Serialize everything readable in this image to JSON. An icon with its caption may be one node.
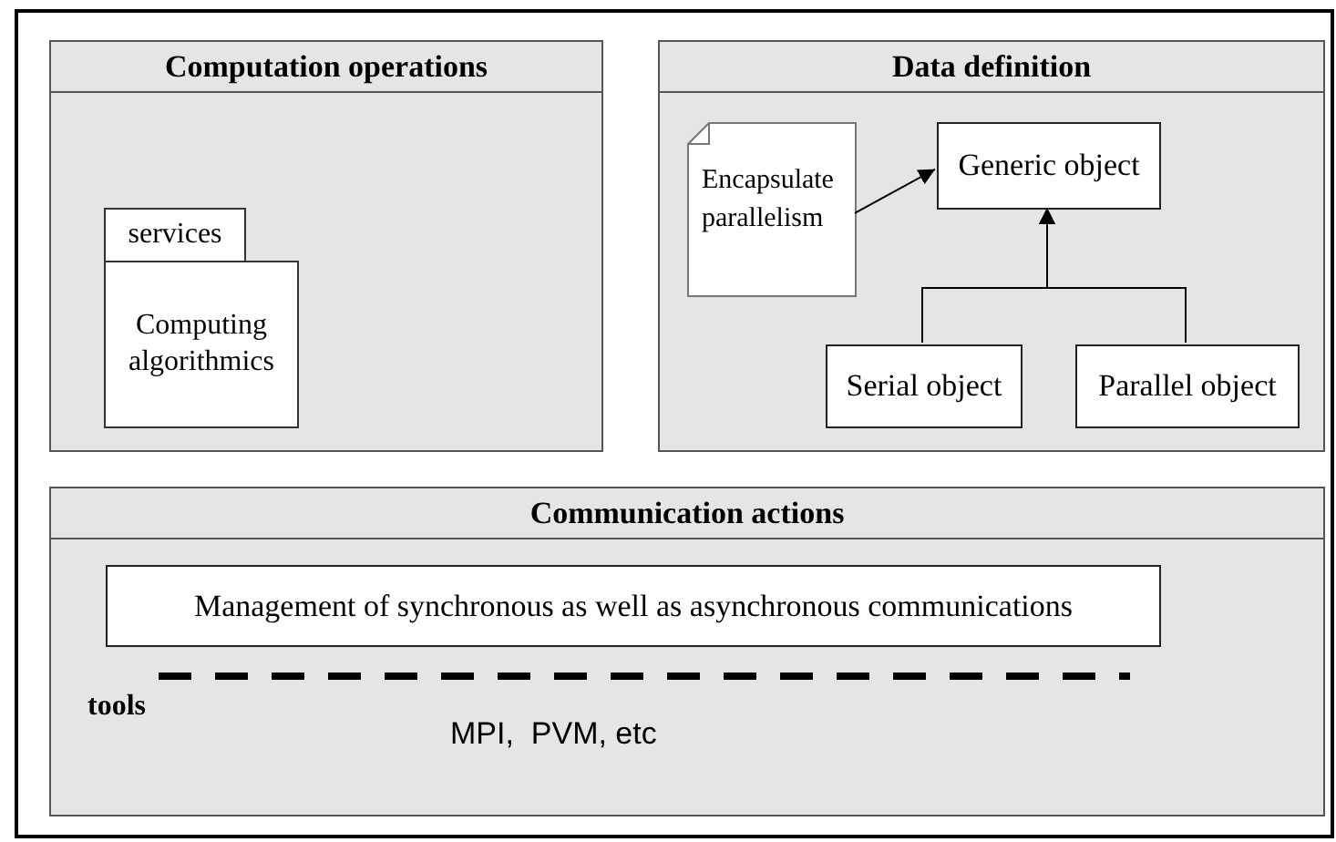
{
  "diagram": {
    "nodes": [
      {
        "text": [
          "Computation operations"
        ]
      },
      {
        "text": [
          "services",
          "Computing algorithmics"
        ],
        "in": 0
      },
      {
        "text": [
          "Data definition"
        ]
      },
      {
        "text": [
          "Encapsulate parallelism"
        ],
        "in": 2
      },
      {
        "text": [
          "Generic object"
        ],
        "in": 2
      },
      {
        "text": [
          "Serial object"
        ],
        "in": 2
      },
      {
        "text": [
          "Parallel object"
        ],
        "in": 2
      },
      {
        "text": [
          "Communication actions"
        ]
      },
      {
        "text": [
          "Management of synchronous as well as asynchronous communications"
        ],
        "in": 7
      }
    ],
    "edges": [
      {
        "from": 3,
        "to": 4,
        "arrow": "to"
      },
      {
        "from": 5,
        "to": 4,
        "arrow": "to"
      },
      {
        "from": 6,
        "to": 4,
        "arrow": "to"
      }
    ],
    "labels": [
      "tools",
      "MPI,  PVM, etc"
    ]
  }
}
